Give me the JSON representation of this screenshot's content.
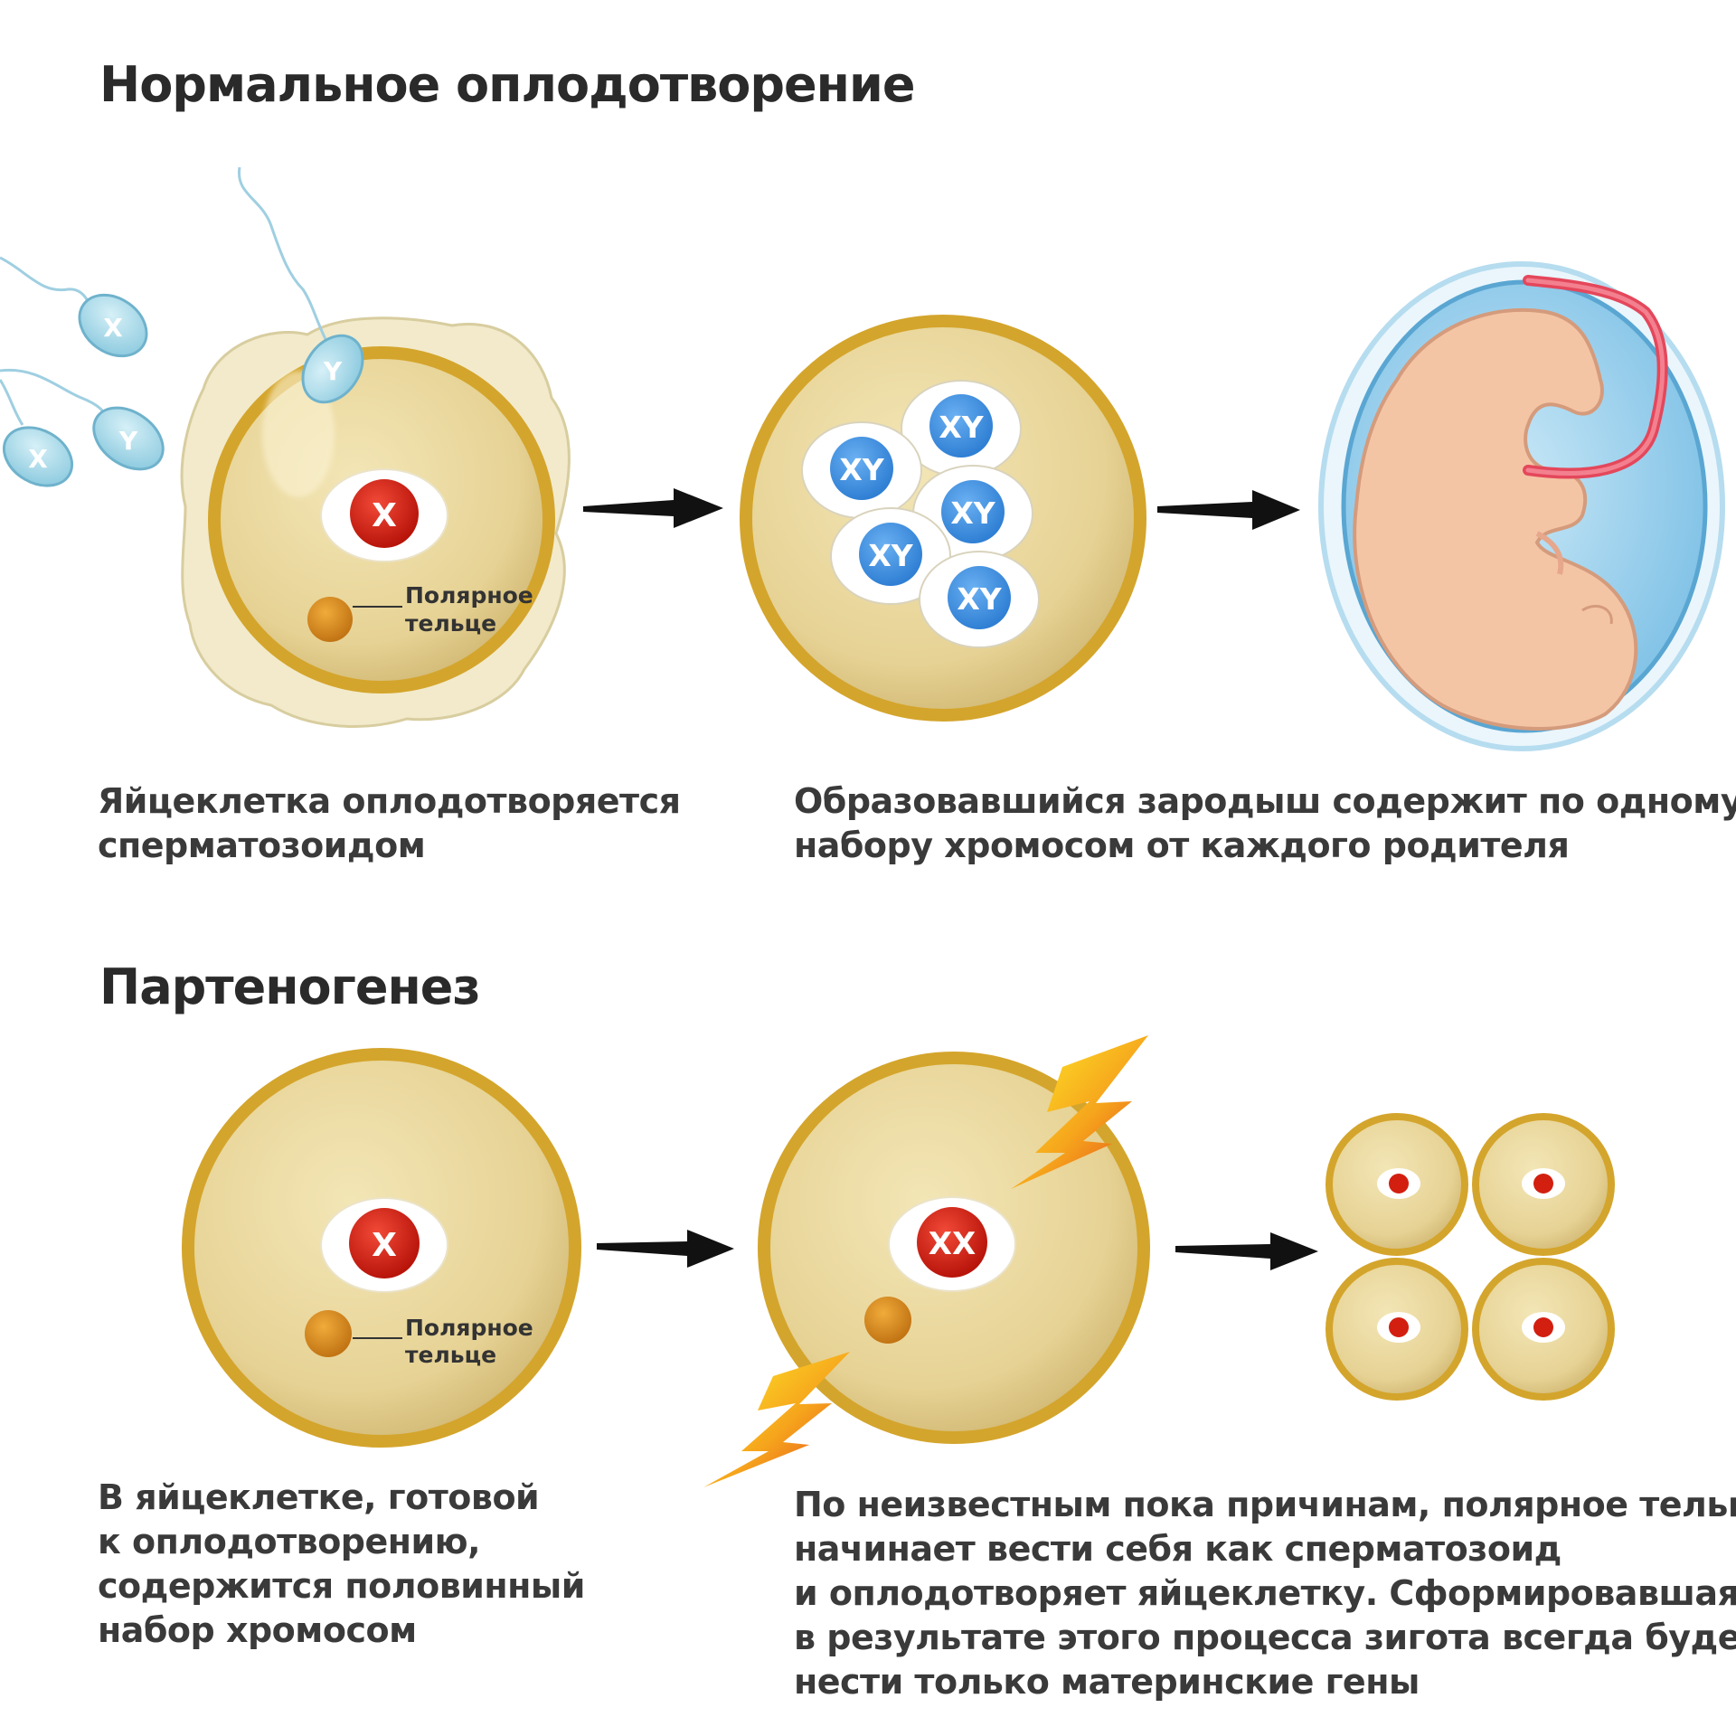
{
  "section_normal": {
    "title": "Нормальное оплодотворение",
    "sperm_labels": [
      "X",
      "Y",
      "X",
      "Y"
    ],
    "egg_chromosome": "X",
    "polar_body_label": [
      "Полярное",
      "тельце"
    ],
    "zygote_cells": [
      "XY",
      "XY",
      "XY",
      "XY",
      "XY"
    ],
    "caption_left": [
      "Яйцеклетка оплодотворяется",
      "сперматозоидом"
    ],
    "caption_right": [
      "Образовавшийся зародыш содержит по одному",
      "набору хромосом от каждого родителя"
    ]
  },
  "section_parthenogenesis": {
    "title": "Партеногенез",
    "egg_chromosome": "X",
    "polar_body_label": [
      "Полярное",
      "тельце"
    ],
    "fertilized_chromosome": "XX",
    "caption_left": [
      "В яйцеклетке, готовой",
      "к оплодотворению,",
      "содержится половинный",
      "набор хромосом"
    ],
    "caption_right": [
      "По неизвестным пока причинам, полярное тельц",
      "начинает вести себя как сперматозоид",
      "и оплодотворяет яйцеклетку. Сформировавшая",
      "в результате этого процесса зигота всегда будет",
      "нести только материнские гены"
    ]
  },
  "colors": {
    "cell_rim": "#d4a52c",
    "cytoplasm": "#e9d79a",
    "nucleus_red": "#d21f10",
    "chromosome_blue": "#3f8fe0",
    "sperm_head": "#a9dcea",
    "polar_body": "#d98d1f",
    "embryo_skin": "#f5c8a8",
    "amnion_blue": "#9fd3ee",
    "arrow": "#111111"
  }
}
